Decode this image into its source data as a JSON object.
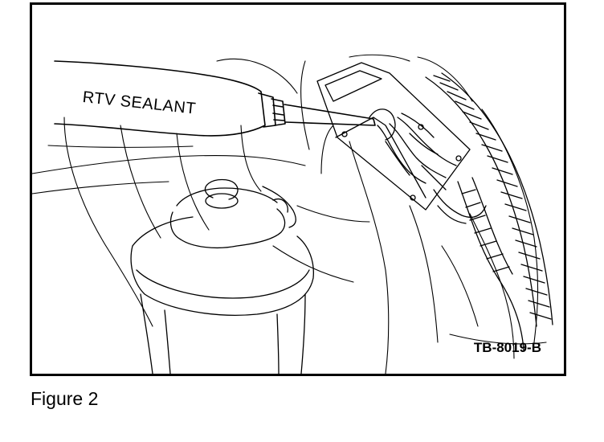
{
  "illustration": {
    "tube_label": "RTV SEALANT",
    "figure_code": "TB-8019-B"
  },
  "caption": "Figure 2"
}
